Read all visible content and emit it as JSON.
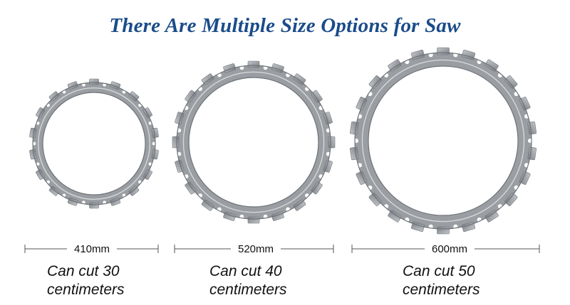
{
  "title": "There Are Multiple Size Options for Saw",
  "blades": [
    {
      "size_label": "410mm",
      "caption_line1": "Can cut 30",
      "caption_line2": "centimeters"
    },
    {
      "size_label": "520mm",
      "caption_line1": "Can cut 40",
      "caption_line2": "centimeters"
    },
    {
      "size_label": "600mm",
      "caption_line1": "Can cut 50",
      "caption_line2": "centimeters"
    }
  ],
  "colors": {
    "title": "#1a4c8a",
    "blade": "#9a9ea2",
    "segment": "#8d9196",
    "text": "#111111"
  }
}
